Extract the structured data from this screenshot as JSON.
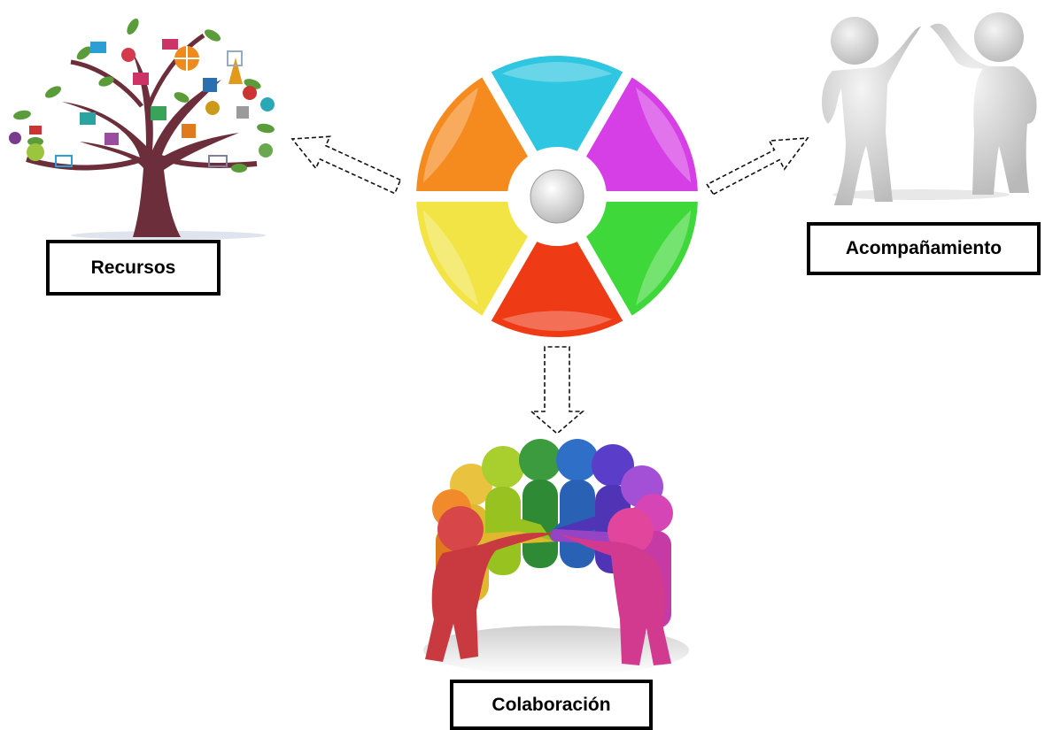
{
  "labels": {
    "recursos": "Recursos",
    "acompanamiento": "Acompañamiento",
    "colaboracion": "Colaboración"
  },
  "wheel": {
    "segment_colors": [
      "#2ec6e0",
      "#d63ee6",
      "#3fd83a",
      "#ef3a16",
      "#f2e445",
      "#f58a1f"
    ],
    "center_color": "#d6d6d6"
  },
  "tree": {
    "trunk_color": "#6b2e3a"
  }
}
